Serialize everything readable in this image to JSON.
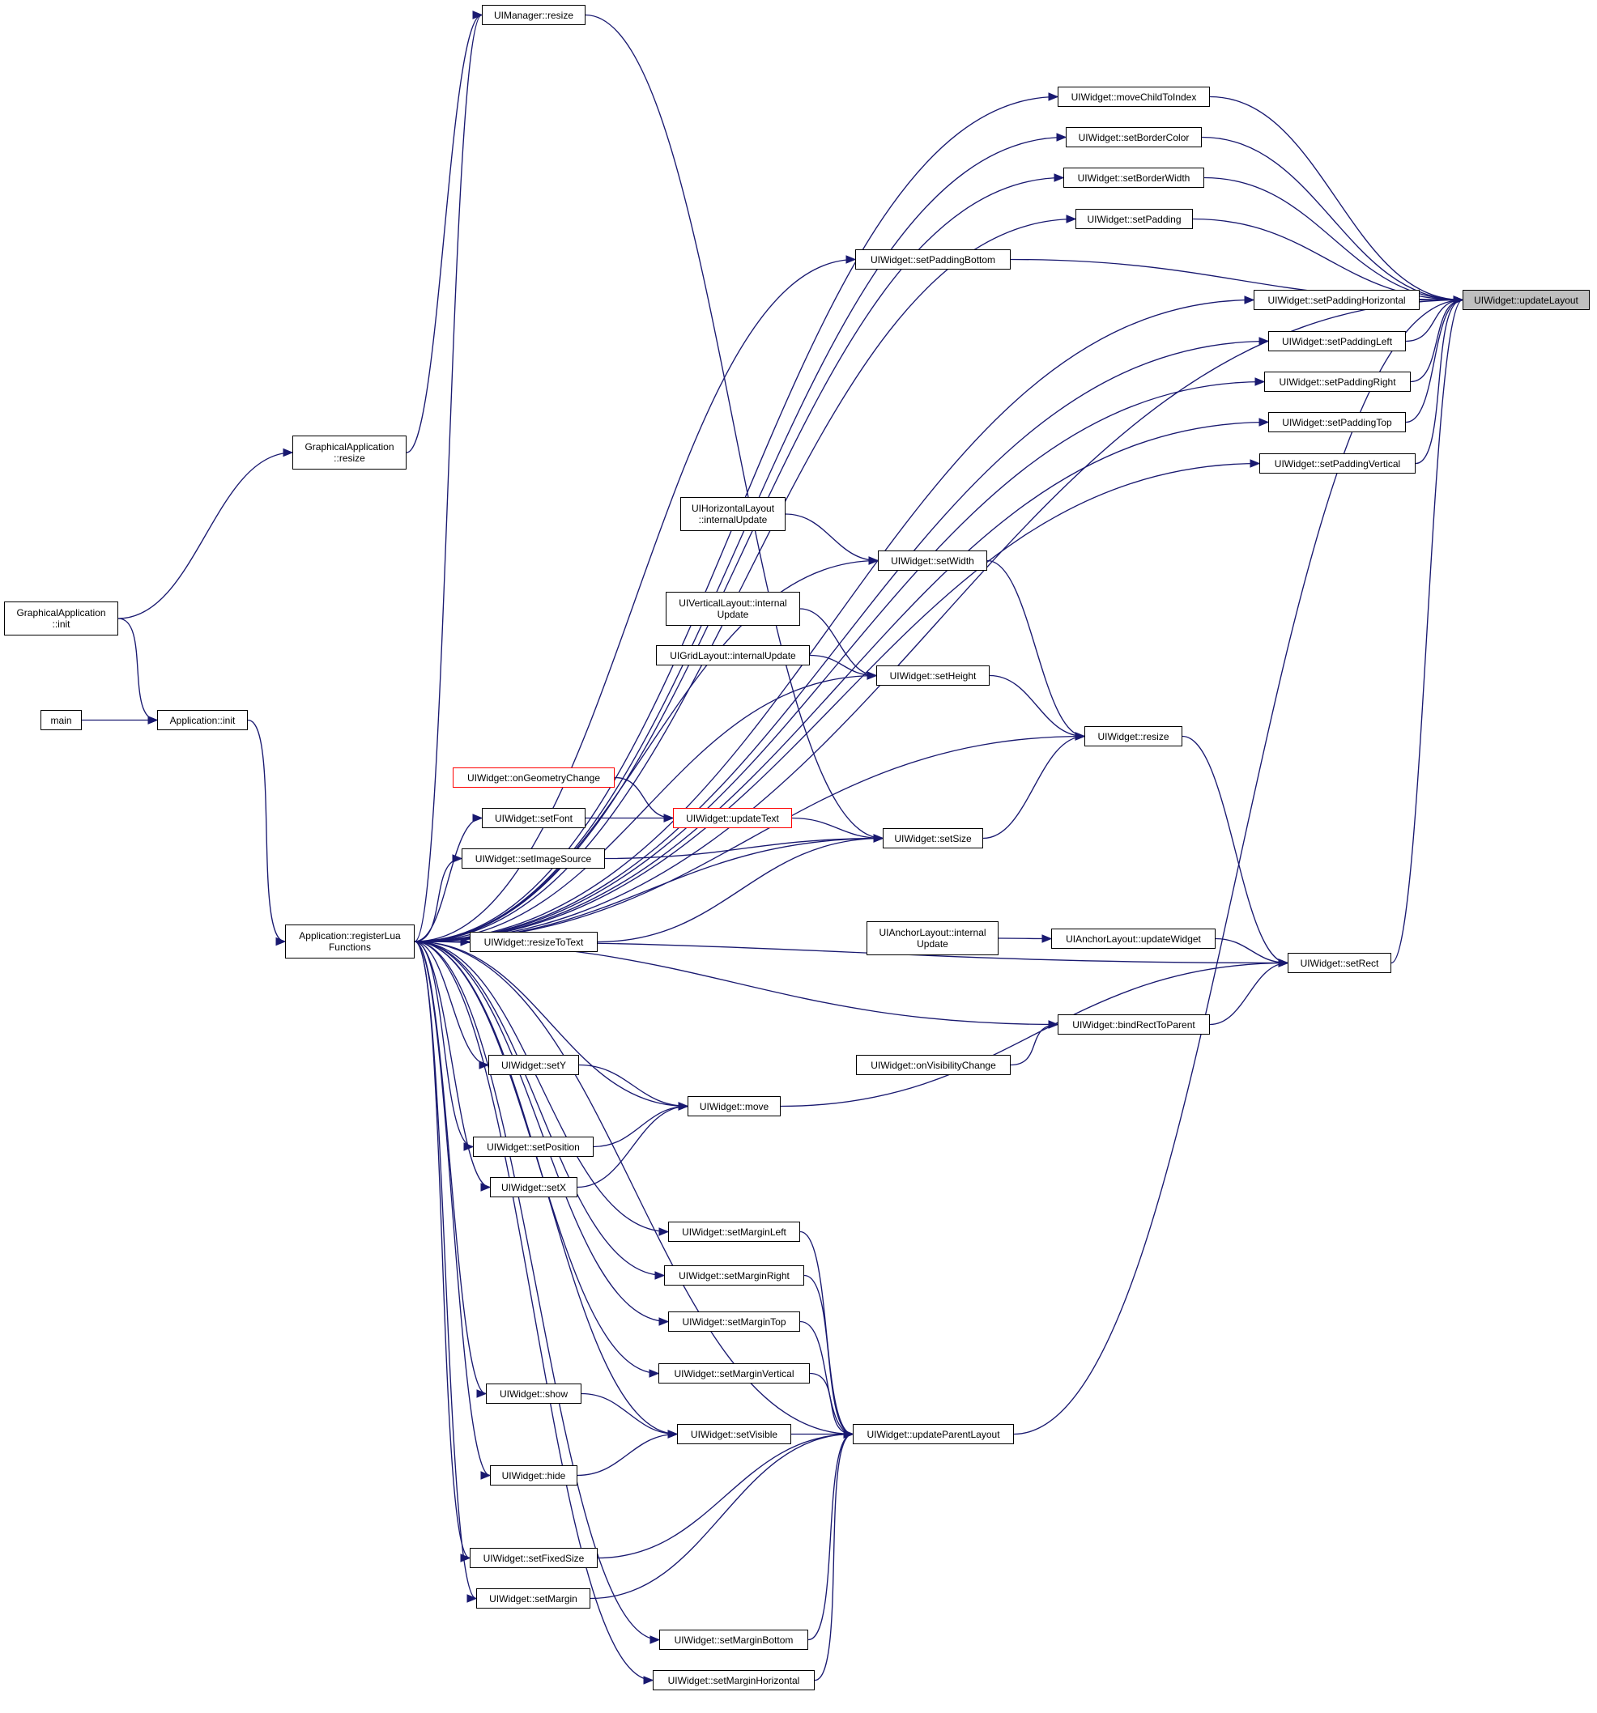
{
  "colors": {
    "edge": "#191970",
    "node_border": "#000000",
    "truncated_border": "#ff0000",
    "focus_fill": "#bfbfbf"
  },
  "focus": "UIWidget::updateLayout",
  "nodes": {
    "ui_manager_resize": "UIManager::resize",
    "move_child_to_index": "UIWidget::moveChildToIndex",
    "set_border_color": "UIWidget::setBorderColor",
    "set_border_width": "UIWidget::setBorderWidth",
    "set_padding": "UIWidget::setPadding",
    "set_padding_bottom": "UIWidget::setPaddingBottom",
    "set_padding_horizontal": "UIWidget::setPaddingHorizontal",
    "update_layout": "UIWidget::updateLayout",
    "set_padding_left": "UIWidget::setPaddingLeft",
    "set_padding_right": "UIWidget::setPaddingRight",
    "set_padding_top": "UIWidget::setPaddingTop",
    "set_padding_vertical": "UIWidget::setPaddingVertical",
    "graphical_app_resize": "GraphicalApplication\n::resize",
    "graphical_app_init": "GraphicalApplication\n::init",
    "main": "main",
    "application_init": "Application::init",
    "horizontal_layout_update": "UIHorizontalLayout\n::internalUpdate",
    "set_width": "UIWidget::setWidth",
    "vertical_layout_update": "UIVerticalLayout::internal\nUpdate",
    "grid_layout_update": "UIGridLayout::internalUpdate",
    "set_height": "UIWidget::setHeight",
    "widget_resize": "UIWidget::resize",
    "on_geometry_change": "UIWidget::onGeometryChange",
    "set_font": "UIWidget::setFont",
    "update_text": "UIWidget::updateText",
    "set_size": "UIWidget::setSize",
    "set_image_source": "UIWidget::setImageSource",
    "register_lua": "Application::registerLua\nFunctions",
    "resize_to_text": "UIWidget::resizeToText",
    "anchor_layout_update": "UIAnchorLayout::internal\nUpdate",
    "anchor_update_widget": "UIAnchorLayout::updateWidget",
    "set_rect": "UIWidget::setRect",
    "bind_rect_to_parent": "UIWidget::bindRectToParent",
    "on_visibility_change": "UIWidget::onVisibilityChange",
    "set_y": "UIWidget::setY",
    "move": "UIWidget::move",
    "set_position": "UIWidget::setPosition",
    "set_x": "UIWidget::setX",
    "set_margin_left": "UIWidget::setMarginLeft",
    "set_margin_right": "UIWidget::setMarginRight",
    "set_margin_top": "UIWidget::setMarginTop",
    "set_margin_vertical": "UIWidget::setMarginVertical",
    "show": "UIWidget::show",
    "set_visible": "UIWidget::setVisible",
    "update_parent_layout": "UIWidget::updateParentLayout",
    "hide": "UIWidget::hide",
    "set_fixed_size": "UIWidget::setFixedSize",
    "set_margin": "UIWidget::setMargin",
    "set_margin_bottom": "UIWidget::setMarginBottom",
    "set_margin_horizontal": "UIWidget::setMarginHorizontal"
  },
  "edges": [
    [
      "register_lua",
      "ui_manager_resize"
    ],
    [
      "ui_manager_resize",
      "set_size"
    ],
    [
      "graphical_app_resize",
      "ui_manager_resize"
    ],
    [
      "graphical_app_init",
      "graphical_app_resize"
    ],
    [
      "graphical_app_init",
      "application_init"
    ],
    [
      "main",
      "application_init"
    ],
    [
      "application_init",
      "register_lua"
    ],
    [
      "register_lua",
      "update_layout"
    ],
    [
      "register_lua",
      "move_child_to_index"
    ],
    [
      "register_lua",
      "set_border_color"
    ],
    [
      "register_lua",
      "set_border_width"
    ],
    [
      "register_lua",
      "set_padding"
    ],
    [
      "register_lua",
      "set_padding_bottom"
    ],
    [
      "register_lua",
      "set_padding_horizontal"
    ],
    [
      "register_lua",
      "set_padding_left"
    ],
    [
      "register_lua",
      "set_padding_right"
    ],
    [
      "register_lua",
      "set_padding_top"
    ],
    [
      "register_lua",
      "set_padding_vertical"
    ],
    [
      "move_child_to_index",
      "update_layout"
    ],
    [
      "set_border_color",
      "update_layout"
    ],
    [
      "set_border_width",
      "update_layout"
    ],
    [
      "set_padding",
      "update_layout"
    ],
    [
      "set_padding_bottom",
      "update_layout"
    ],
    [
      "set_padding_horizontal",
      "update_layout"
    ],
    [
      "set_padding_left",
      "update_layout"
    ],
    [
      "set_padding_right",
      "update_layout"
    ],
    [
      "set_padding_top",
      "update_layout"
    ],
    [
      "set_padding_vertical",
      "update_layout"
    ],
    [
      "horizontal_layout_update",
      "set_width"
    ],
    [
      "register_lua",
      "set_width"
    ],
    [
      "set_width",
      "widget_resize"
    ],
    [
      "vertical_layout_update",
      "set_height"
    ],
    [
      "grid_layout_update",
      "set_height"
    ],
    [
      "register_lua",
      "set_height"
    ],
    [
      "set_height",
      "widget_resize"
    ],
    [
      "register_lua",
      "widget_resize"
    ],
    [
      "set_size",
      "widget_resize"
    ],
    [
      "widget_resize",
      "set_rect"
    ],
    [
      "on_geometry_change",
      "update_text"
    ],
    [
      "set_font",
      "update_text"
    ],
    [
      "register_lua",
      "set_font"
    ],
    [
      "update_text",
      "set_size"
    ],
    [
      "set_image_source",
      "set_size"
    ],
    [
      "register_lua",
      "set_image_source"
    ],
    [
      "register_lua",
      "set_size"
    ],
    [
      "resize_to_text",
      "set_size"
    ],
    [
      "register_lua",
      "resize_to_text"
    ],
    [
      "anchor_layout_update",
      "anchor_update_widget"
    ],
    [
      "anchor_update_widget",
      "set_rect"
    ],
    [
      "register_lua",
      "set_rect"
    ],
    [
      "bind_rect_to_parent",
      "set_rect"
    ],
    [
      "register_lua",
      "bind_rect_to_parent"
    ],
    [
      "on_visibility_change",
      "bind_rect_to_parent"
    ],
    [
      "move",
      "set_rect"
    ],
    [
      "set_rect",
      "update_layout"
    ],
    [
      "register_lua",
      "set_y"
    ],
    [
      "set_y",
      "move"
    ],
    [
      "register_lua",
      "move"
    ],
    [
      "set_position",
      "move"
    ],
    [
      "register_lua",
      "set_position"
    ],
    [
      "set_x",
      "move"
    ],
    [
      "register_lua",
      "set_x"
    ],
    [
      "register_lua",
      "set_margin_left"
    ],
    [
      "register_lua",
      "set_margin_right"
    ],
    [
      "register_lua",
      "set_margin_top"
    ],
    [
      "register_lua",
      "set_margin_vertical"
    ],
    [
      "set_margin_left",
      "update_parent_layout"
    ],
    [
      "set_margin_right",
      "update_parent_layout"
    ],
    [
      "set_margin_top",
      "update_parent_layout"
    ],
    [
      "set_margin_vertical",
      "update_parent_layout"
    ],
    [
      "register_lua",
      "show"
    ],
    [
      "show",
      "set_visible"
    ],
    [
      "register_lua",
      "set_visible"
    ],
    [
      "set_visible",
      "update_parent_layout"
    ],
    [
      "register_lua",
      "hide"
    ],
    [
      "hide",
      "set_visible"
    ],
    [
      "register_lua",
      "update_parent_layout"
    ],
    [
      "register_lua",
      "set_fixed_size"
    ],
    [
      "set_fixed_size",
      "update_parent_layout"
    ],
    [
      "register_lua",
      "set_margin"
    ],
    [
      "set_margin",
      "update_parent_layout"
    ],
    [
      "register_lua",
      "set_margin_bottom"
    ],
    [
      "set_margin_bottom",
      "update_parent_layout"
    ],
    [
      "register_lua",
      "set_margin_horizontal"
    ],
    [
      "set_margin_horizontal",
      "update_parent_layout"
    ],
    [
      "update_parent_layout",
      "update_layout"
    ]
  ]
}
